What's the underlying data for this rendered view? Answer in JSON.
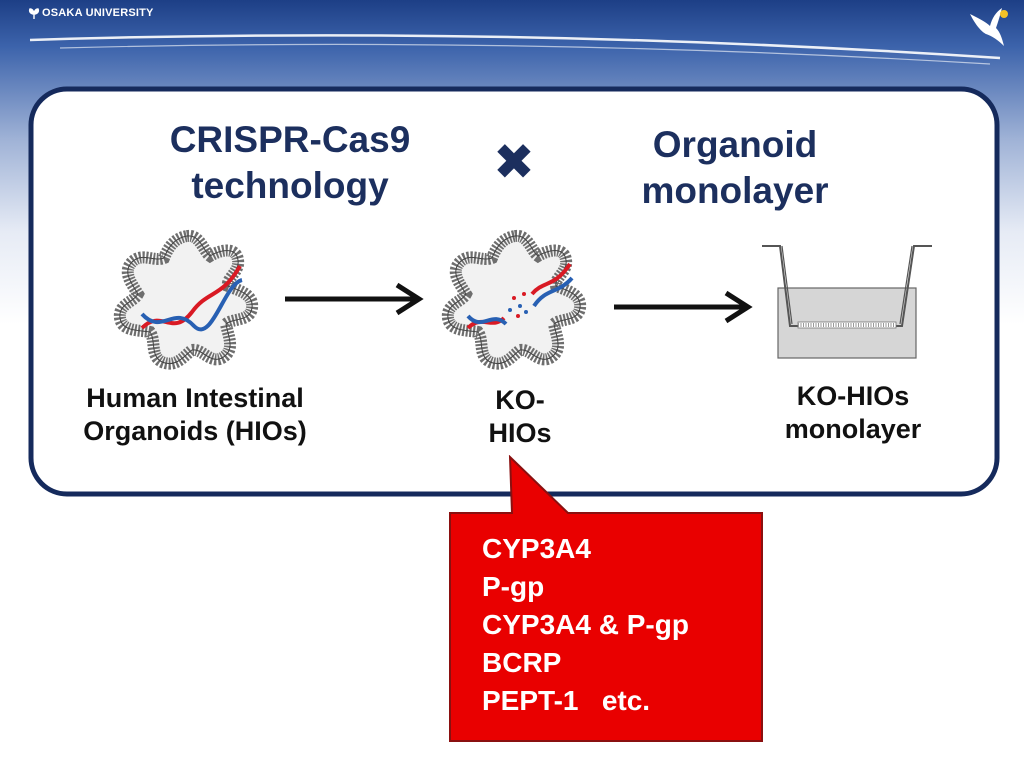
{
  "header": {
    "university": "OSAKA UNIVERSITY",
    "logo_icon": "university-leaf-icon",
    "bird_icon": "swallow-logo-icon"
  },
  "panel": {
    "left_title": [
      "CRISPR-Cas9",
      "technology"
    ],
    "times_symbol": "✖",
    "right_title": [
      "Organoid",
      "monolayer"
    ]
  },
  "stages": [
    {
      "icon": "organoid-with-dna-icon",
      "label": [
        "Human Intestinal",
        "Organoids (HIOs)"
      ]
    },
    {
      "icon": "knockout-organoid-icon",
      "label": [
        "KO-",
        "HIOs"
      ]
    },
    {
      "icon": "transwell-monolayer-icon",
      "label": [
        "KO-HIOs",
        "monolayer"
      ]
    }
  ],
  "arrows": [
    "arrow-right-icon",
    "arrow-right-icon"
  ],
  "callout": {
    "items": [
      "CYP3A4",
      "P-gp",
      "CYP3A4 & P-gp",
      "BCRP",
      "PEPT-1   etc."
    ]
  },
  "colors": {
    "panel_border": "#152a5c",
    "title_text": "#1c2f5e",
    "callout_fill": "#e90000",
    "dna_red": "#d91a24",
    "dna_blue": "#2860b3"
  }
}
